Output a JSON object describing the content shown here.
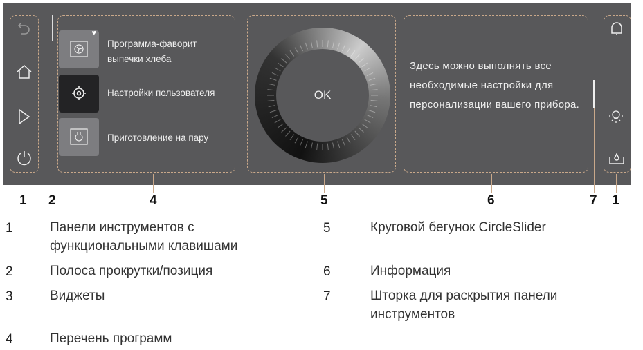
{
  "left_toolbar": {
    "icons": [
      "back-icon",
      "home-icon",
      "play-icon",
      "power-icon"
    ]
  },
  "programs": [
    {
      "label": "Программа-фаворит выпечки хлеба",
      "icon": "fan-icon",
      "favorite": true
    },
    {
      "label": "Настройки пользователя",
      "icon": "gear-icon",
      "selected": true
    },
    {
      "label": "Приготовление на пару",
      "icon": "steam-icon"
    }
  ],
  "knob": {
    "label": "OK"
  },
  "info": {
    "text": "Здесь можно выполнять все необходимые настройки для персонализации вашего прибора."
  },
  "right_toolbar": {
    "icons": [
      "bell-icon",
      "lamp-icon",
      "water-tank-icon"
    ]
  },
  "callouts": [
    "1",
    "2",
    "4",
    "5",
    "6",
    "7",
    "1"
  ],
  "legend": [
    {
      "num": "1",
      "text": "Панели инструментов с функциональными клавишами"
    },
    {
      "num": "2",
      "text": "Полоса прокрутки/позиция"
    },
    {
      "num": "3",
      "text": "Виджеты"
    },
    {
      "num": "4",
      "text": "Перечень программ"
    },
    {
      "num": "5",
      "text": "Круговой бегунок CircleSlider"
    },
    {
      "num": "6",
      "text": "Информация"
    },
    {
      "num": "7",
      "text": "Шторка для раскрытия панели инструментов"
    }
  ]
}
